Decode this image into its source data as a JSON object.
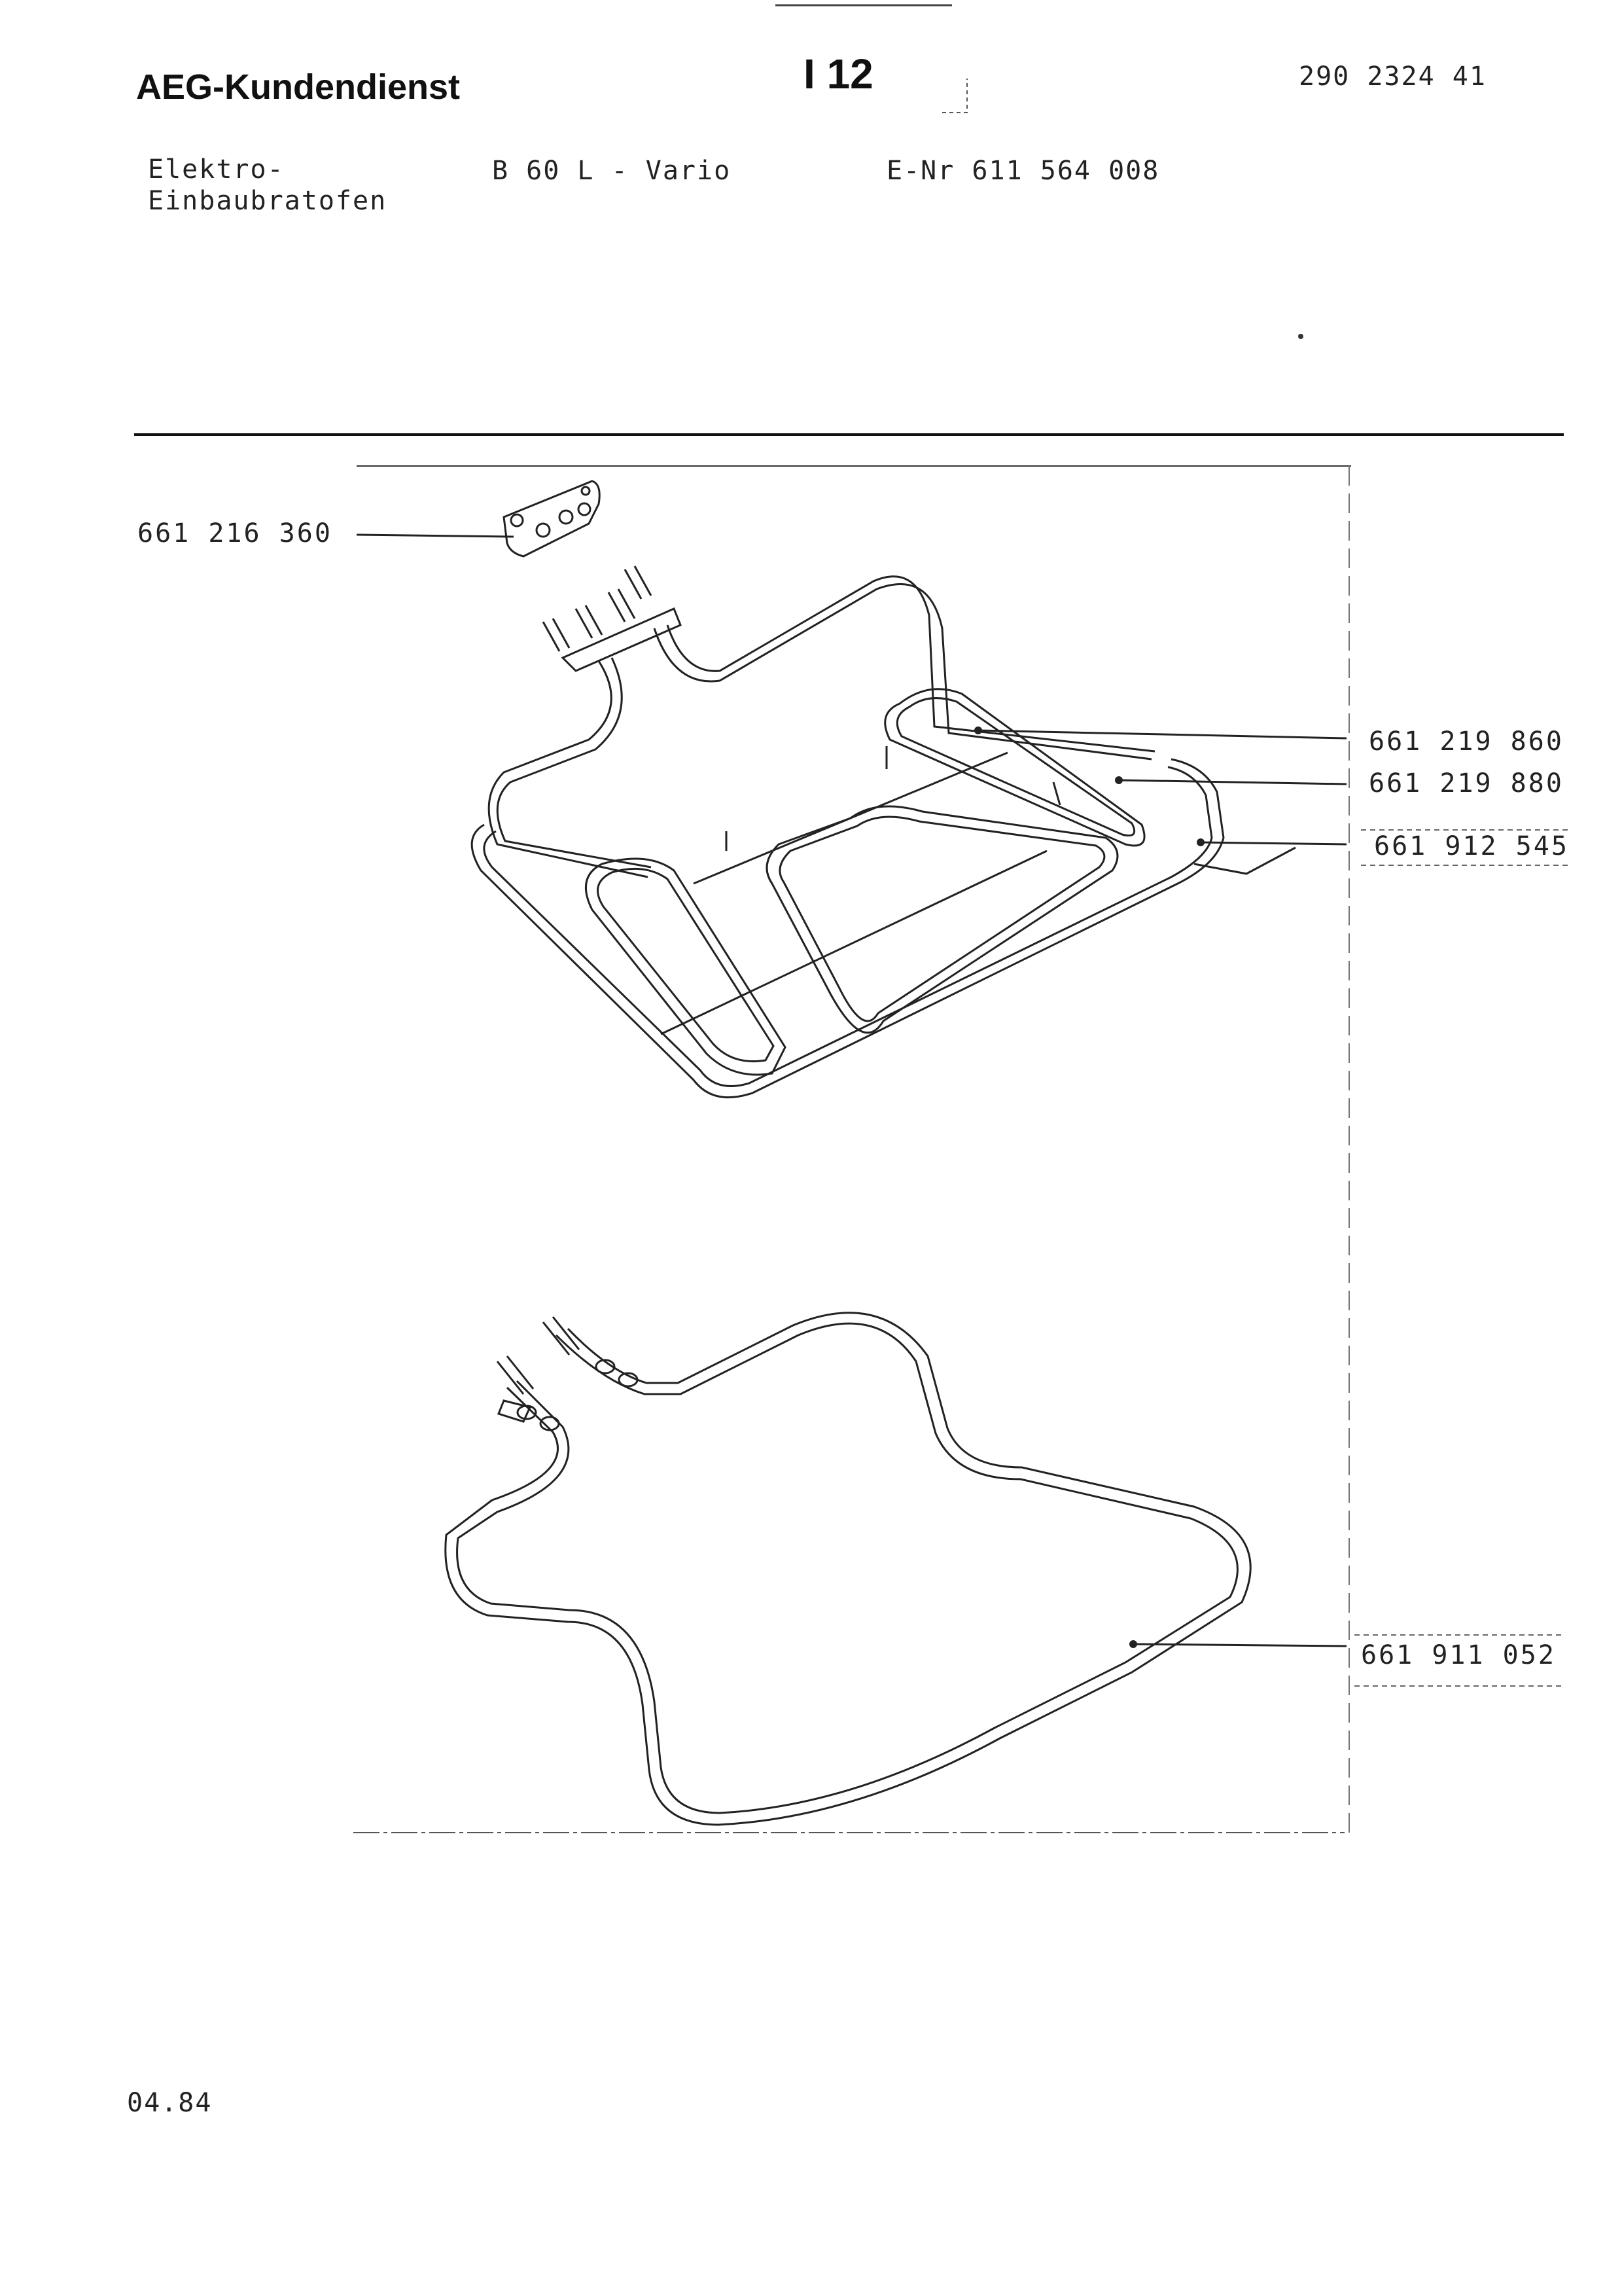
{
  "header": {
    "brand": "AEG-Kundendienst",
    "page_code": "I 12",
    "doc_number": "290 2324 41"
  },
  "product": {
    "category_line1": "Elektro-",
    "category_line2": "Einbaubratofen",
    "model": "B 60 L - Vario",
    "e_nr": "E-Nr 611 564 008"
  },
  "parts": {
    "terminal_plate": "661 216 360",
    "heater_a": "661 219 860",
    "heater_b": "661 219 880",
    "heater_c": "661 912 545",
    "bottom_heater": "661 911 052"
  },
  "footer": {
    "date_code": "04.84"
  }
}
